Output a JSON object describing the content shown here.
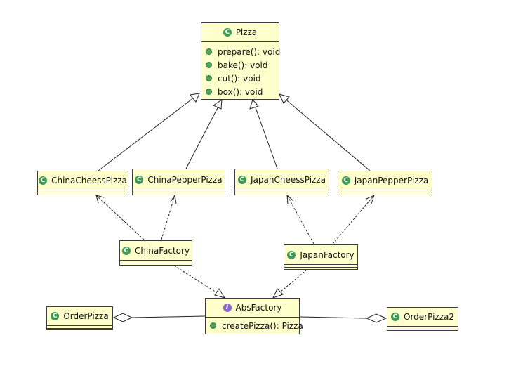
{
  "classes": {
    "pizza": {
      "name": "Pizza",
      "kind": "class",
      "operations": [
        "prepare(): void",
        "bake(): void",
        "cut(): void",
        "box(): void"
      ]
    },
    "china_cheess_pizza": {
      "name": "ChinaCheessPizza",
      "kind": "class"
    },
    "china_pepper_pizza": {
      "name": "ChinaPepperPizza",
      "kind": "class"
    },
    "japan_cheess_pizza": {
      "name": "JapanCheessPizza",
      "kind": "class"
    },
    "japan_pepper_pizza": {
      "name": "JapanPepperPizza",
      "kind": "class"
    },
    "china_factory": {
      "name": "ChinaFactory",
      "kind": "class"
    },
    "japan_factory": {
      "name": "JapanFactory",
      "kind": "class"
    },
    "abs_factory": {
      "name": "AbsFactory",
      "kind": "interface",
      "operations": [
        "createPizza(): Pizza"
      ]
    },
    "order_pizza": {
      "name": "OrderPizza",
      "kind": "class"
    },
    "order_pizza2": {
      "name": "OrderPizza2",
      "kind": "class"
    }
  },
  "relationships": [
    {
      "from": "ChinaCheessPizza",
      "to": "Pizza",
      "type": "generalization"
    },
    {
      "from": "ChinaPepperPizza",
      "to": "Pizza",
      "type": "generalization"
    },
    {
      "from": "JapanCheessPizza",
      "to": "Pizza",
      "type": "generalization"
    },
    {
      "from": "JapanPepperPizza",
      "to": "Pizza",
      "type": "generalization"
    },
    {
      "from": "ChinaFactory",
      "to": "ChinaCheessPizza",
      "type": "dependency"
    },
    {
      "from": "ChinaFactory",
      "to": "ChinaPepperPizza",
      "type": "dependency"
    },
    {
      "from": "JapanFactory",
      "to": "JapanCheessPizza",
      "type": "dependency"
    },
    {
      "from": "JapanFactory",
      "to": "JapanPepperPizza",
      "type": "dependency"
    },
    {
      "from": "ChinaFactory",
      "to": "AbsFactory",
      "type": "realization"
    },
    {
      "from": "JapanFactory",
      "to": "AbsFactory",
      "type": "realization"
    },
    {
      "from": "OrderPizza",
      "to": "AbsFactory",
      "type": "aggregation"
    },
    {
      "from": "OrderPizza2",
      "to": "AbsFactory",
      "type": "aggregation"
    }
  ],
  "badges": {
    "class": "C",
    "interface": "I"
  },
  "colors": {
    "class_fill": "#ffffcc",
    "border": "#3c3c3c",
    "class_badge": "#3e9a57",
    "interface_badge": "#8d69c9",
    "operation_dot": "#4fa35f",
    "line": "#222222"
  }
}
